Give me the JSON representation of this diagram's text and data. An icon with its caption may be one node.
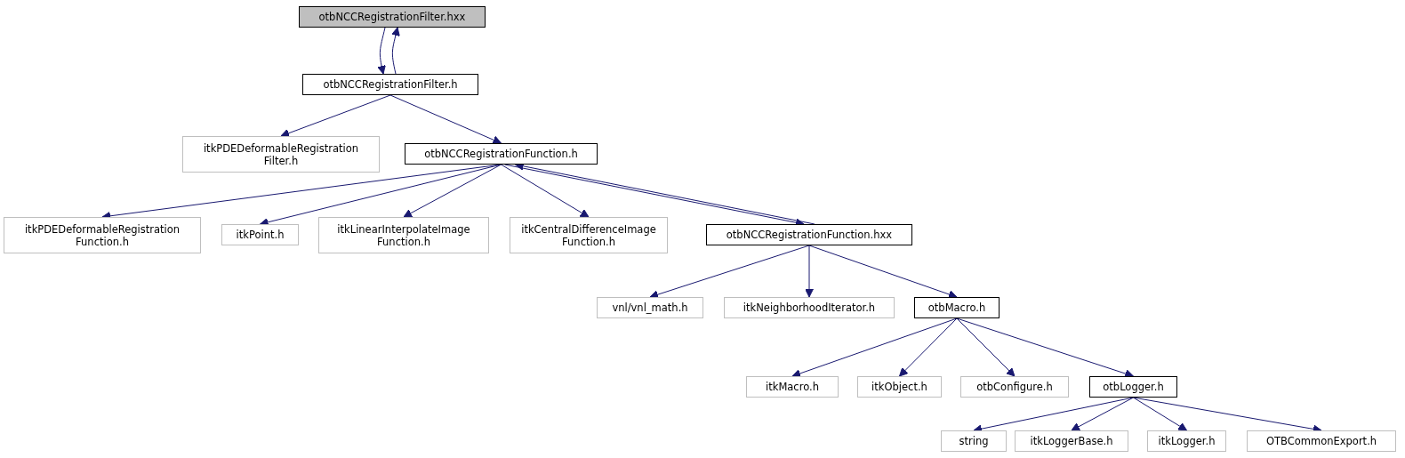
{
  "diagram": {
    "nodes": [
      {
        "text": [
          "otbNCCRegistrationFilter.hxx"
        ]
      },
      {
        "text": [
          "otbNCCRegistrationFilter.h"
        ]
      },
      {
        "text": [
          "itkPDEDeformableRegistration Filter.h"
        ]
      },
      {
        "text": [
          "otbNCCRegistrationFunction.h"
        ]
      },
      {
        "text": [
          "itkPDEDeformableRegistration Function.h"
        ]
      },
      {
        "text": [
          "itkPoint.h"
        ]
      },
      {
        "text": [
          "itkLinearInterpolateImage Function.h"
        ]
      },
      {
        "text": [
          "itkCentralDifferenceImage Function.h"
        ]
      },
      {
        "text": [
          "otbNCCRegistrationFunction.hxx"
        ]
      },
      {
        "text": [
          "vnl/vnl_math.h"
        ]
      },
      {
        "text": [
          "itkNeighborhoodIterator.h"
        ]
      },
      {
        "text": [
          "otbMacro.h"
        ]
      },
      {
        "text": [
          "itkMacro.h"
        ]
      },
      {
        "text": [
          "itkObject.h"
        ]
      },
      {
        "text": [
          "otbConfigure.h"
        ]
      },
      {
        "text": [
          "otbLogger.h"
        ]
      },
      {
        "text": [
          "string"
        ]
      },
      {
        "text": [
          "itkLoggerBase.h"
        ]
      },
      {
        "text": [
          "itkLogger.h"
        ]
      },
      {
        "text": [
          "OTBCommonExport.h"
        ]
      }
    ],
    "edges": [
      {
        "from": 0,
        "to": 1,
        "arrow": "to"
      },
      {
        "from": 1,
        "to": 0,
        "arrow": "to"
      },
      {
        "from": 1,
        "to": 2,
        "arrow": "to"
      },
      {
        "from": 1,
        "to": 3,
        "arrow": "to"
      },
      {
        "from": 3,
        "to": 4,
        "arrow": "to"
      },
      {
        "from": 3,
        "to": 5,
        "arrow": "to"
      },
      {
        "from": 3,
        "to": 6,
        "arrow": "to"
      },
      {
        "from": 3,
        "to": 7,
        "arrow": "to"
      },
      {
        "from": 3,
        "to": 8,
        "arrow": "to"
      },
      {
        "from": 8,
        "to": 3,
        "arrow": "to"
      },
      {
        "from": 8,
        "to": 9,
        "arrow": "to"
      },
      {
        "from": 8,
        "to": 10,
        "arrow": "to"
      },
      {
        "from": 8,
        "to": 11,
        "arrow": "to"
      },
      {
        "from": 11,
        "to": 12,
        "arrow": "to"
      },
      {
        "from": 11,
        "to": 13,
        "arrow": "to"
      },
      {
        "from": 11,
        "to": 14,
        "arrow": "to"
      },
      {
        "from": 11,
        "to": 15,
        "arrow": "to"
      },
      {
        "from": 15,
        "to": 16,
        "arrow": "to"
      },
      {
        "from": 15,
        "to": 17,
        "arrow": "to"
      },
      {
        "from": 15,
        "to": 18,
        "arrow": "to"
      },
      {
        "from": 15,
        "to": 19,
        "arrow": "to"
      }
    ]
  }
}
